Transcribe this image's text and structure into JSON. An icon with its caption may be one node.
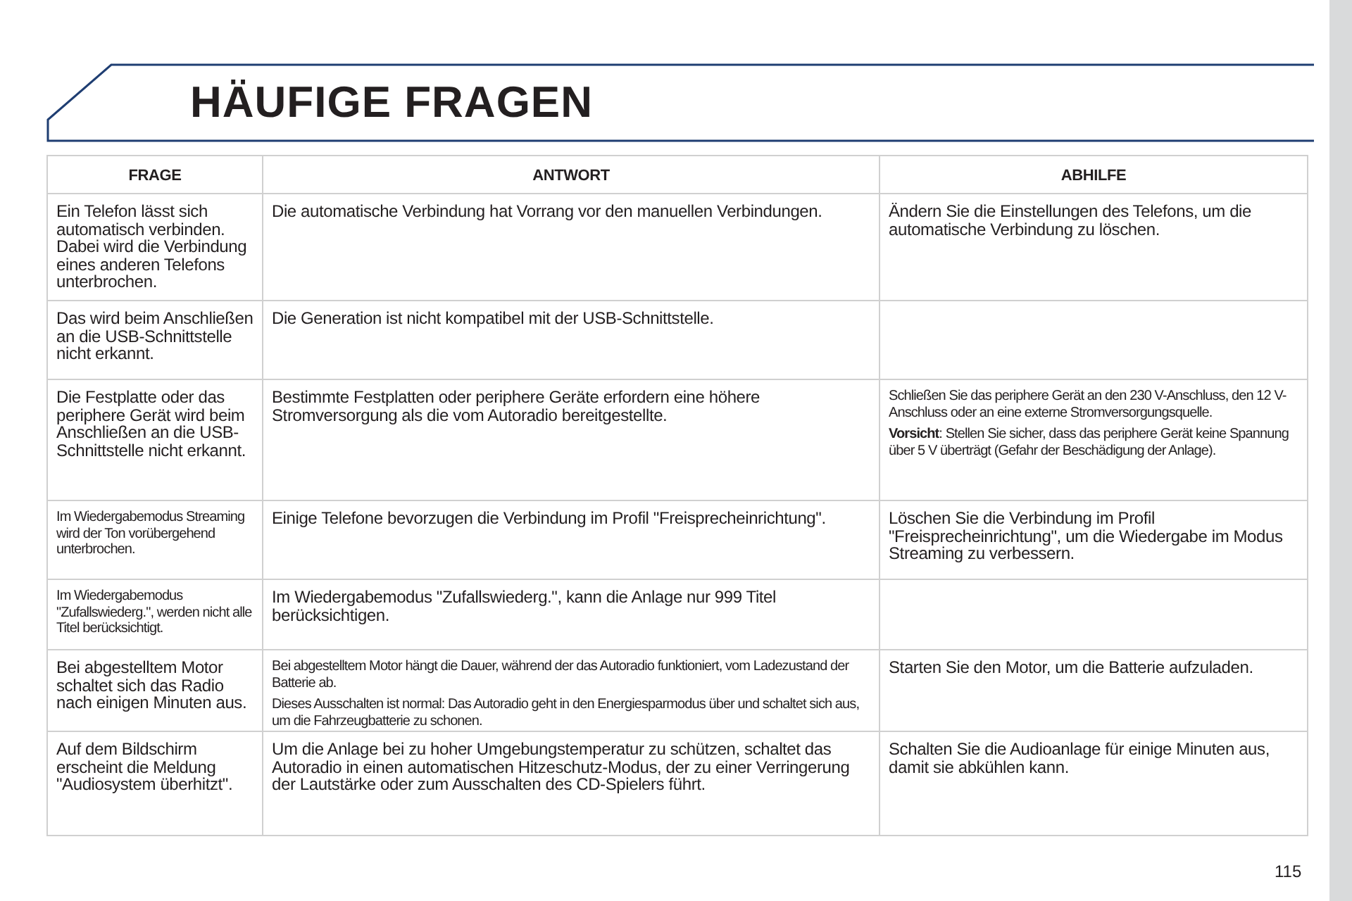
{
  "diagram": {
    "title": "HÄUFIGE FRAGEN",
    "nodes": [
      {
        "text": [],
        "shape": "bar"
      }
    ],
    "labels": [
      "FRAGE",
      "ANTWORT",
      "ABHILFE",
      "Ein Telefon lässt sich automatisch verbinden. Dabei wird die Verbindung eines anderen Telefons unterbrochen.",
      "Die automatische Verbindung hat Vorrang vor den manuellen Verbindungen.",
      "Ändern Sie die Einstellungen des Telefons, um die automatische Verbindung zu löschen.",
      "Das wird beim Anschließen an die USB-Schnittstelle nicht erkannt.",
      "Die Generation ist nicht kompatibel mit der USB-Schnittstelle.",
      "Die Festplatte oder das periphere Gerät wird beim Anschließen an die USB-Schnittstelle nicht erkannt.",
      "Bestimmte Festplatten oder periphere Geräte erfordern eine höhere Stromversorgung als die vom Autoradio bereitgestellte.",
      "Schließen Sie das periphere Gerät an den 230 V-Anschluss, den 12 V-Anschluss oder an eine externe Stromversorgungsquelle.",
      "**Vorsicht**: Stellen Sie sicher, dass das periphere Gerät keine Spannung über 5 V überträgt (Gefahr der Beschädigung der Anlage).",
      "Im Wiedergabemodus Streaming wird der Ton vorübergehend unterbrochen.",
      "Einige Telefone bevorzugen die Verbindung im Profil \"Freisprecheinrichtung\".",
      "Löschen Sie die Verbindung im Profil \"Freisprecheinrichtung\", um die Wiedergabe im Modus Streaming zu verbessern.",
      "Im Wiedergabemodus \"Zufallswiederg.\", werden nicht alle Titel berücksichtigt.",
      "Im Wiedergabemodus \"Zufallswiederg.\", kann die Anlage nur 999 Titel berücksichtigen.",
      "Bei abgestelltem Motor schaltet sich das Radio nach einigen Minuten aus.",
      "Bei abgestelltem Motor hängt die Dauer, während der das Autoradio funktioniert, vom Ladezustand der Batterie ab.",
      "Dieses Ausschalten ist normal: Das Autoradio geht in den Energiesparmodus über und schaltet sich aus, um die Fahrzeugbatterie zu schonen.",
      "Starten Sie den Motor, um die Batterie aufzuladen.",
      "Auf dem Bildschirm erscheint die Meldung \"Audiosystem überhitzt\".",
      "Um die Anlage bei zu hoher Umgebungstemperatur zu schützen, schaltet das Autoradio in einen automatischen Hitzeschutz-Modus, der zu einer Verringerung der Lautstärke oder zum Ausschalten des CD-Spielers führt.",
      "Schalten Sie die Audioanlage für einige Minuten aus, damit sie abkühlen kann.",
      "115"
    ]
  }
}
